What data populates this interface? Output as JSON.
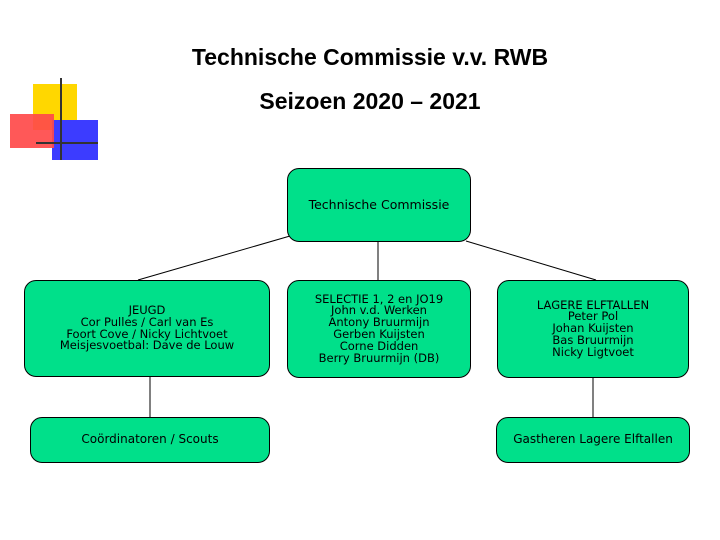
{
  "header": {
    "title": "Technische Commissie  v.v. RWB",
    "subtitle": "Seizoen 2020 – 2021"
  },
  "colors": {
    "node_fill": "#00e08a",
    "deco_yellow": "#ffd700",
    "deco_red": "#ff3b3b",
    "deco_blue": "#3c3cff"
  },
  "org_chart": {
    "root": {
      "label": "Technische Commissie"
    },
    "jeugd": {
      "label": "JEUGD\nCor Pulles / Carl van Es\nFoort Cove / Nicky Lichtvoet\nMeisjesvoetbal: Dave de Louw"
    },
    "selectie": {
      "label": "SELECTIE 1, 2 en JO19\nJohn v.d. Werken\nAntony Bruurmijn\nGerben Kuijsten\nCorne Didden\nBerry Bruurmijn (DB)"
    },
    "lagere": {
      "label": "LAGERE ELFTALLEN\nPeter Pol\nJohan Kuijsten\nBas Bruurmijn\nNicky Ligtvoet"
    },
    "coordinatoren": {
      "label": "Coördinatoren / Scouts"
    },
    "gastheren": {
      "label": "Gastheren Lagere Elftallen"
    }
  }
}
